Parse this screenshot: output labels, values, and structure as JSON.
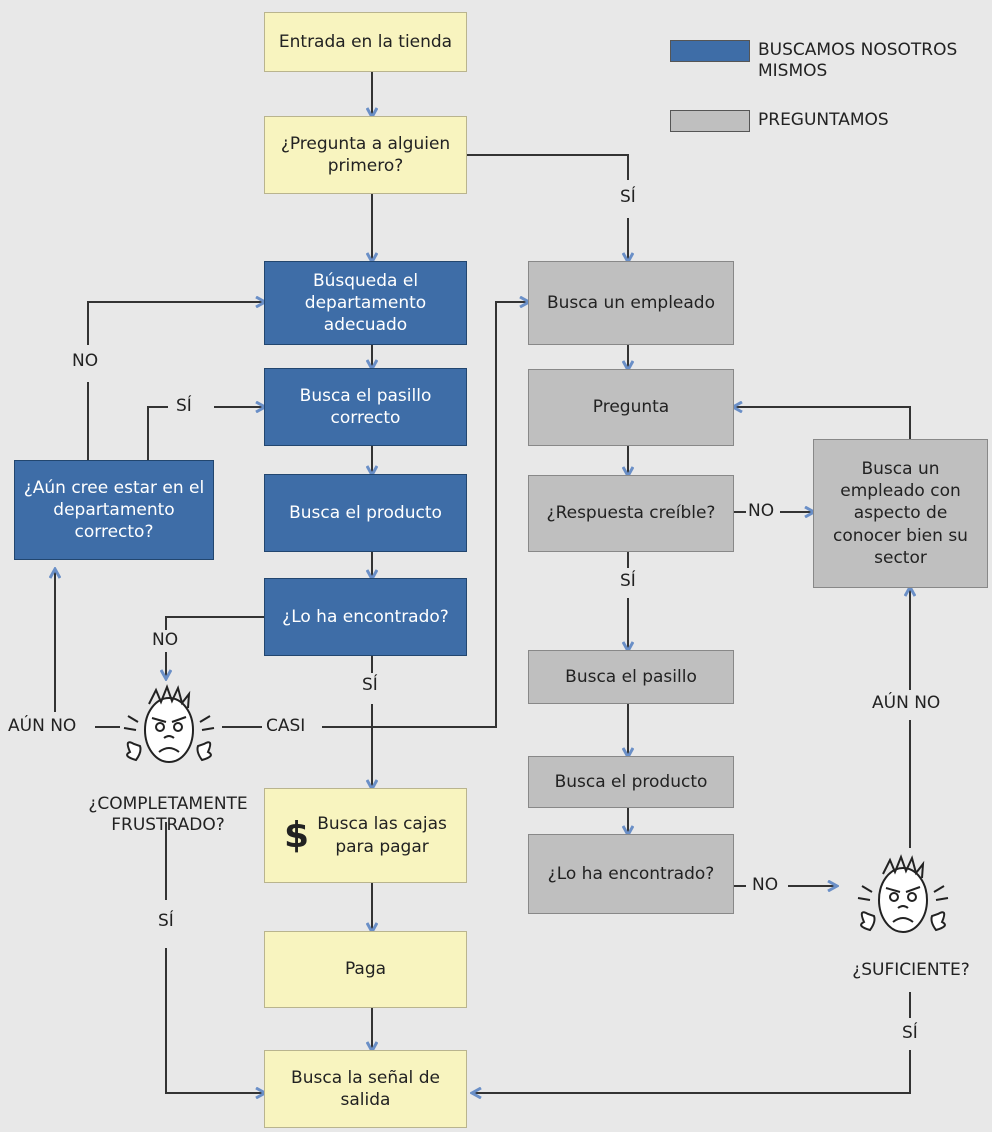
{
  "colors": {
    "yellow_box": "#f8f4bf",
    "blue_box": "#3e6da7",
    "gray_box": "#bfbfbf",
    "arrow": "#6a8fc7",
    "line": "#333333"
  },
  "legend": {
    "self_search": "BUSCAMOS NOSOTROS MISMOS",
    "ask": "PREGUNTAMOS"
  },
  "nodes": {
    "entrada": "Entrada en la tienda",
    "pregunta_primero": "¿Pregunta a alguien primero?",
    "busqueda_departamento": "Búsqueda el departamento adecuado",
    "busca_pasillo_correcto": "Busca el pasillo correcto",
    "busca_producto_self": "Busca el producto",
    "lo_ha_encontrado_self": "¿Lo ha encontrado?",
    "aun_cree": "¿Aún cree estar en el departamento correcto?",
    "busca_cajas": "Busca las cajas para pagar",
    "dollar": "$",
    "paga": "Paga",
    "busca_salida": "Busca la señal de salida",
    "busca_empleado": "Busca un empleado",
    "pregunta": "Pregunta",
    "respuesta_creible": "¿Respuesta creíble?",
    "busca_empleado_aspecto": "Busca un empleado con aspecto de conocer bien su sector",
    "busca_pasillo": "Busca el pasillo",
    "busca_producto_ask": "Busca el producto",
    "lo_ha_encontrado_ask": "¿Lo ha encontrado?"
  },
  "labels": {
    "si_pregunta": "SÍ",
    "no_departamento": "NO",
    "si_departamento": "SÍ",
    "no_encontrado_self": "NO",
    "si_encontrado_self": "SÍ",
    "casi": "CASI",
    "aun_no_left": "AÚN NO",
    "completamente_frustrado": "¿COMPLETAMENTE FRUSTRADO?",
    "si_frustrado": "SÍ",
    "no_respuesta": "NO",
    "si_respuesta": "SÍ",
    "no_encontrado_ask": "NO",
    "suficiente": "¿SUFICIENTE?",
    "aun_no_right": "AÚN NO",
    "si_suficiente": "SÍ"
  },
  "icons": {
    "frustrated_face_left": "frustrated-face-icon",
    "frustrated_face_right": "frustrated-face-icon"
  }
}
